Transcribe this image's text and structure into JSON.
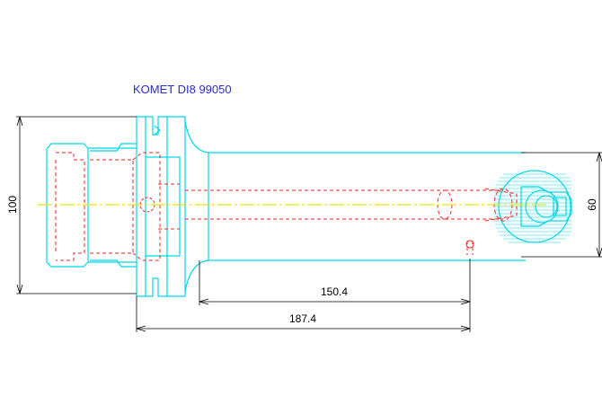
{
  "drawing": {
    "title": "KOMET DI8 99050",
    "dimensions": {
      "height_left": "100",
      "height_right": "60",
      "length_inner": "150.4",
      "length_outer": "187.4"
    }
  },
  "colors": {
    "outline": "#00d8e8",
    "hidden_lines": "#ff2020",
    "centerline": "#e8e800",
    "dimension": "#000000",
    "title": "#2a2ad6"
  }
}
